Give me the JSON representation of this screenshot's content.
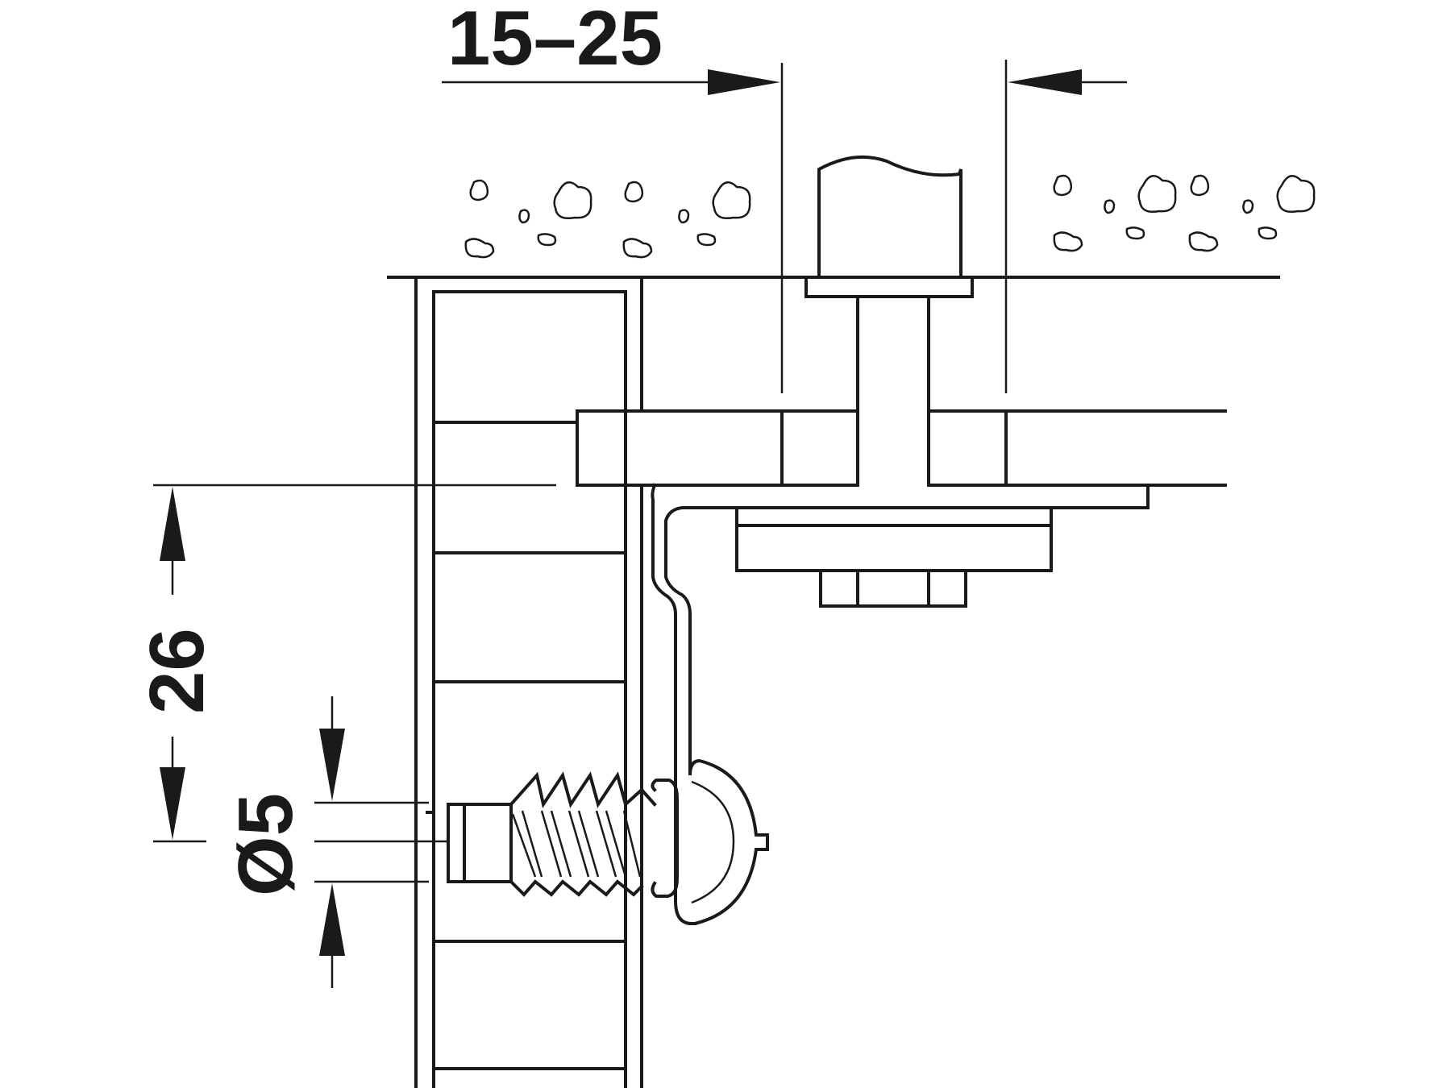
{
  "diagram": {
    "dimensions": {
      "width_range": "15–25",
      "height": "26",
      "diameter": "Ø5"
    },
    "colors": {
      "line": "#1a1a1a",
      "background": "#ffffff"
    }
  }
}
